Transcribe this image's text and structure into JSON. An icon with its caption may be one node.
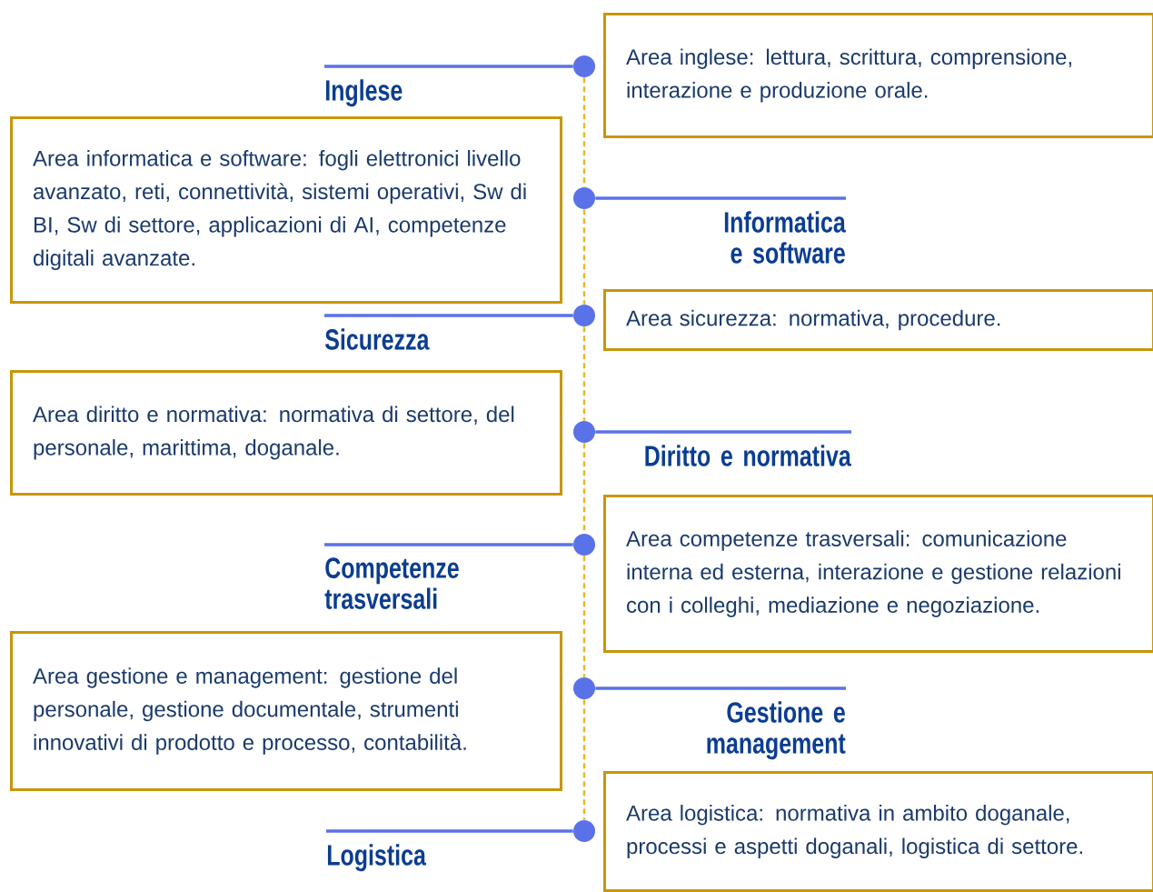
{
  "diagram": {
    "nodes": [
      {
        "text": [
          "Area inglese: lettura, scrittura, comprensione, interazione e produzione orale."
        ]
      },
      {
        "text": [],
        "shape": "circle"
      },
      {
        "text": [
          "Inglese"
        ]
      },
      {
        "text": [
          "Area informatica e software: fogli elettronici livello avanzato, reti, connettività, sistemi operativi, Sw di BI, Sw di settore, applicazioni di AI, competenze digitali avanzate."
        ]
      },
      {
        "text": [],
        "shape": "circle"
      },
      {
        "text": [
          "Informatica e software"
        ]
      },
      {
        "text": [
          "Area sicurezza: normativa, procedure."
        ]
      },
      {
        "text": [],
        "shape": "circle"
      },
      {
        "text": [
          "Sicurezza"
        ]
      },
      {
        "text": [
          "Area diritto e normativa: normativa di settore, del personale, marittima, doganale."
        ]
      },
      {
        "text": [],
        "shape": "circle"
      },
      {
        "text": [
          "Diritto e normativa"
        ]
      },
      {
        "text": [
          "Area competenze trasversali: comunicazione interna ed esterna, interazione e gestione relazioni con i colleghi, mediazione e negoziazione."
        ]
      },
      {
        "text": [],
        "shape": "circle"
      },
      {
        "text": [
          "Competenze trasversali"
        ]
      },
      {
        "text": [
          "Area gestione e management: gestione del personale, gestione documentale, strumenti innovativi di prodotto e processo, contabilità."
        ]
      },
      {
        "text": [],
        "shape": "circle"
      },
      {
        "text": [
          "Gestione e management"
        ]
      },
      {
        "text": [
          "Area logistica: normativa in ambito doganale, processi e aspetti doganali, logistica di settore."
        ]
      },
      {
        "text": [],
        "shape": "circle"
      },
      {
        "text": [
          "Logistica"
        ]
      }
    ],
    "edges": [
      {
        "from": 1,
        "to": 2,
        "arrow": "none"
      },
      {
        "from": 4,
        "to": 5,
        "arrow": "none"
      },
      {
        "from": 7,
        "to": 8,
        "arrow": "none"
      },
      {
        "from": 10,
        "to": 11,
        "arrow": "none"
      },
      {
        "from": 13,
        "to": 14,
        "arrow": "none"
      },
      {
        "from": 16,
        "to": 17,
        "arrow": "none"
      },
      {
        "from": 19,
        "to": 20,
        "arrow": "none"
      },
      {
        "from": 1,
        "to": 4,
        "arrow": "none",
        "style": "dashed",
        "color": "#e8b923"
      },
      {
        "from": 4,
        "to": 7,
        "arrow": "none",
        "style": "dashed",
        "color": "#e8b923"
      },
      {
        "from": 7,
        "to": 10,
        "arrow": "none",
        "style": "dashed",
        "color": "#e8b923"
      },
      {
        "from": 10,
        "to": 13,
        "arrow": "none",
        "style": "dashed",
        "color": "#e8b923"
      },
      {
        "from": 13,
        "to": 16,
        "arrow": "none",
        "style": "dashed",
        "color": "#e8b923"
      },
      {
        "from": 16,
        "to": 19,
        "arrow": "none",
        "style": "dashed",
        "color": "#e8b923"
      }
    ]
  }
}
